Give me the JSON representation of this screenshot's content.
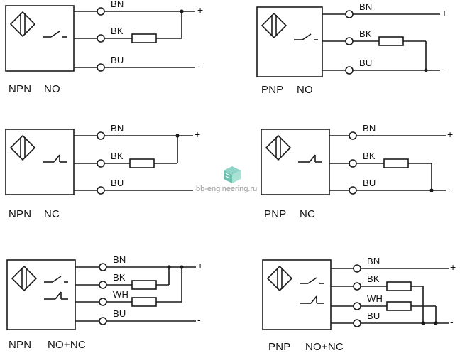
{
  "watermark": {
    "text": "bb-engineering.ru"
  },
  "circuits": [
    {
      "type": "NPN",
      "mode": "NO",
      "wires": [
        "BN",
        "BK",
        "BU"
      ],
      "plus": "+",
      "minus": "-",
      "contact": "no"
    },
    {
      "type": "PNP",
      "mode": "NO",
      "wires": [
        "BN",
        "BK",
        "BU"
      ],
      "plus": "+",
      "minus": "-",
      "contact": "no"
    },
    {
      "type": "NPN",
      "mode": "NC",
      "wires": [
        "BN",
        "BK",
        "BU"
      ],
      "plus": "+",
      "minus": "-",
      "contact": "nc"
    },
    {
      "type": "PNP",
      "mode": "NC",
      "wires": [
        "BN",
        "BK",
        "BU"
      ],
      "plus": "+",
      "minus": "-",
      "contact": "nc"
    },
    {
      "type": "NPN",
      "mode": "NO+NC",
      "wires": [
        "BN",
        "BK",
        "WH",
        "BU"
      ],
      "plus": "+",
      "minus": "-",
      "contact": "no+nc"
    },
    {
      "type": "PNP",
      "mode": "NO+NC",
      "wires": [
        "BN",
        "BK",
        "WH",
        "BU"
      ],
      "plus": "+",
      "minus": "-",
      "contact": "no+nc"
    }
  ]
}
